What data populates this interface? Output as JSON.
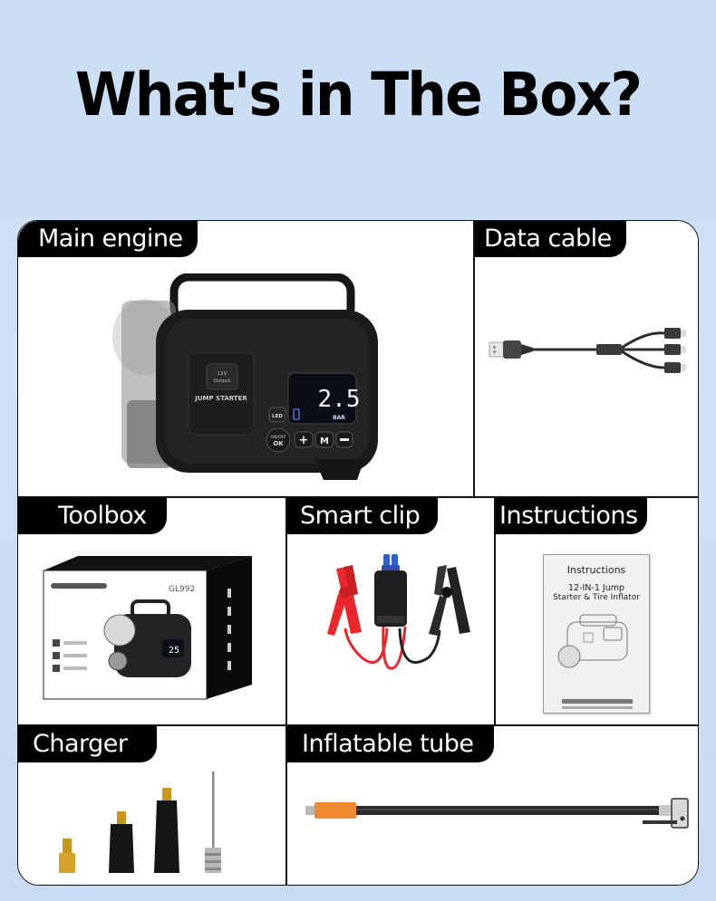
{
  "page": {
    "title": "What's in The Box?",
    "background_color": "#cde0f5"
  },
  "items": [
    {
      "id": "main-engine",
      "label": "Main engine",
      "device": {
        "display_value": "2.5",
        "display_unit": "BAR",
        "port_label_1": "12V",
        "port_label_2": "Output",
        "brand_text": "JUMP STARTER",
        "buttons": [
          "LED",
          "ON/OFF",
          "OK",
          "+",
          "M",
          "−"
        ]
      }
    },
    {
      "id": "data-cable",
      "label": "Data cable"
    },
    {
      "id": "toolbox",
      "label": "Toolbox",
      "box": {
        "model": "GL992",
        "screen_value": "25"
      }
    },
    {
      "id": "smart-clip",
      "label": "Smart clip"
    },
    {
      "id": "instructions",
      "label": "Instructions",
      "manual": {
        "heading": "Instructions",
        "subtitle_1": "12-IN-1 Jump",
        "subtitle_2": "Starter & Tire Inflator"
      }
    },
    {
      "id": "charger",
      "label": "Charger"
    },
    {
      "id": "inflatable-tube",
      "label": "Inflatable tube"
    }
  ],
  "colors": {
    "tab_bg": "#000000",
    "tab_text": "#ffffff",
    "border": "#111111",
    "clip_red": "#e8262b",
    "clip_black": "#222222",
    "connector_blue": "#2f5fd0",
    "tube_orange": "#f08a30",
    "brass": "#c9961e"
  }
}
